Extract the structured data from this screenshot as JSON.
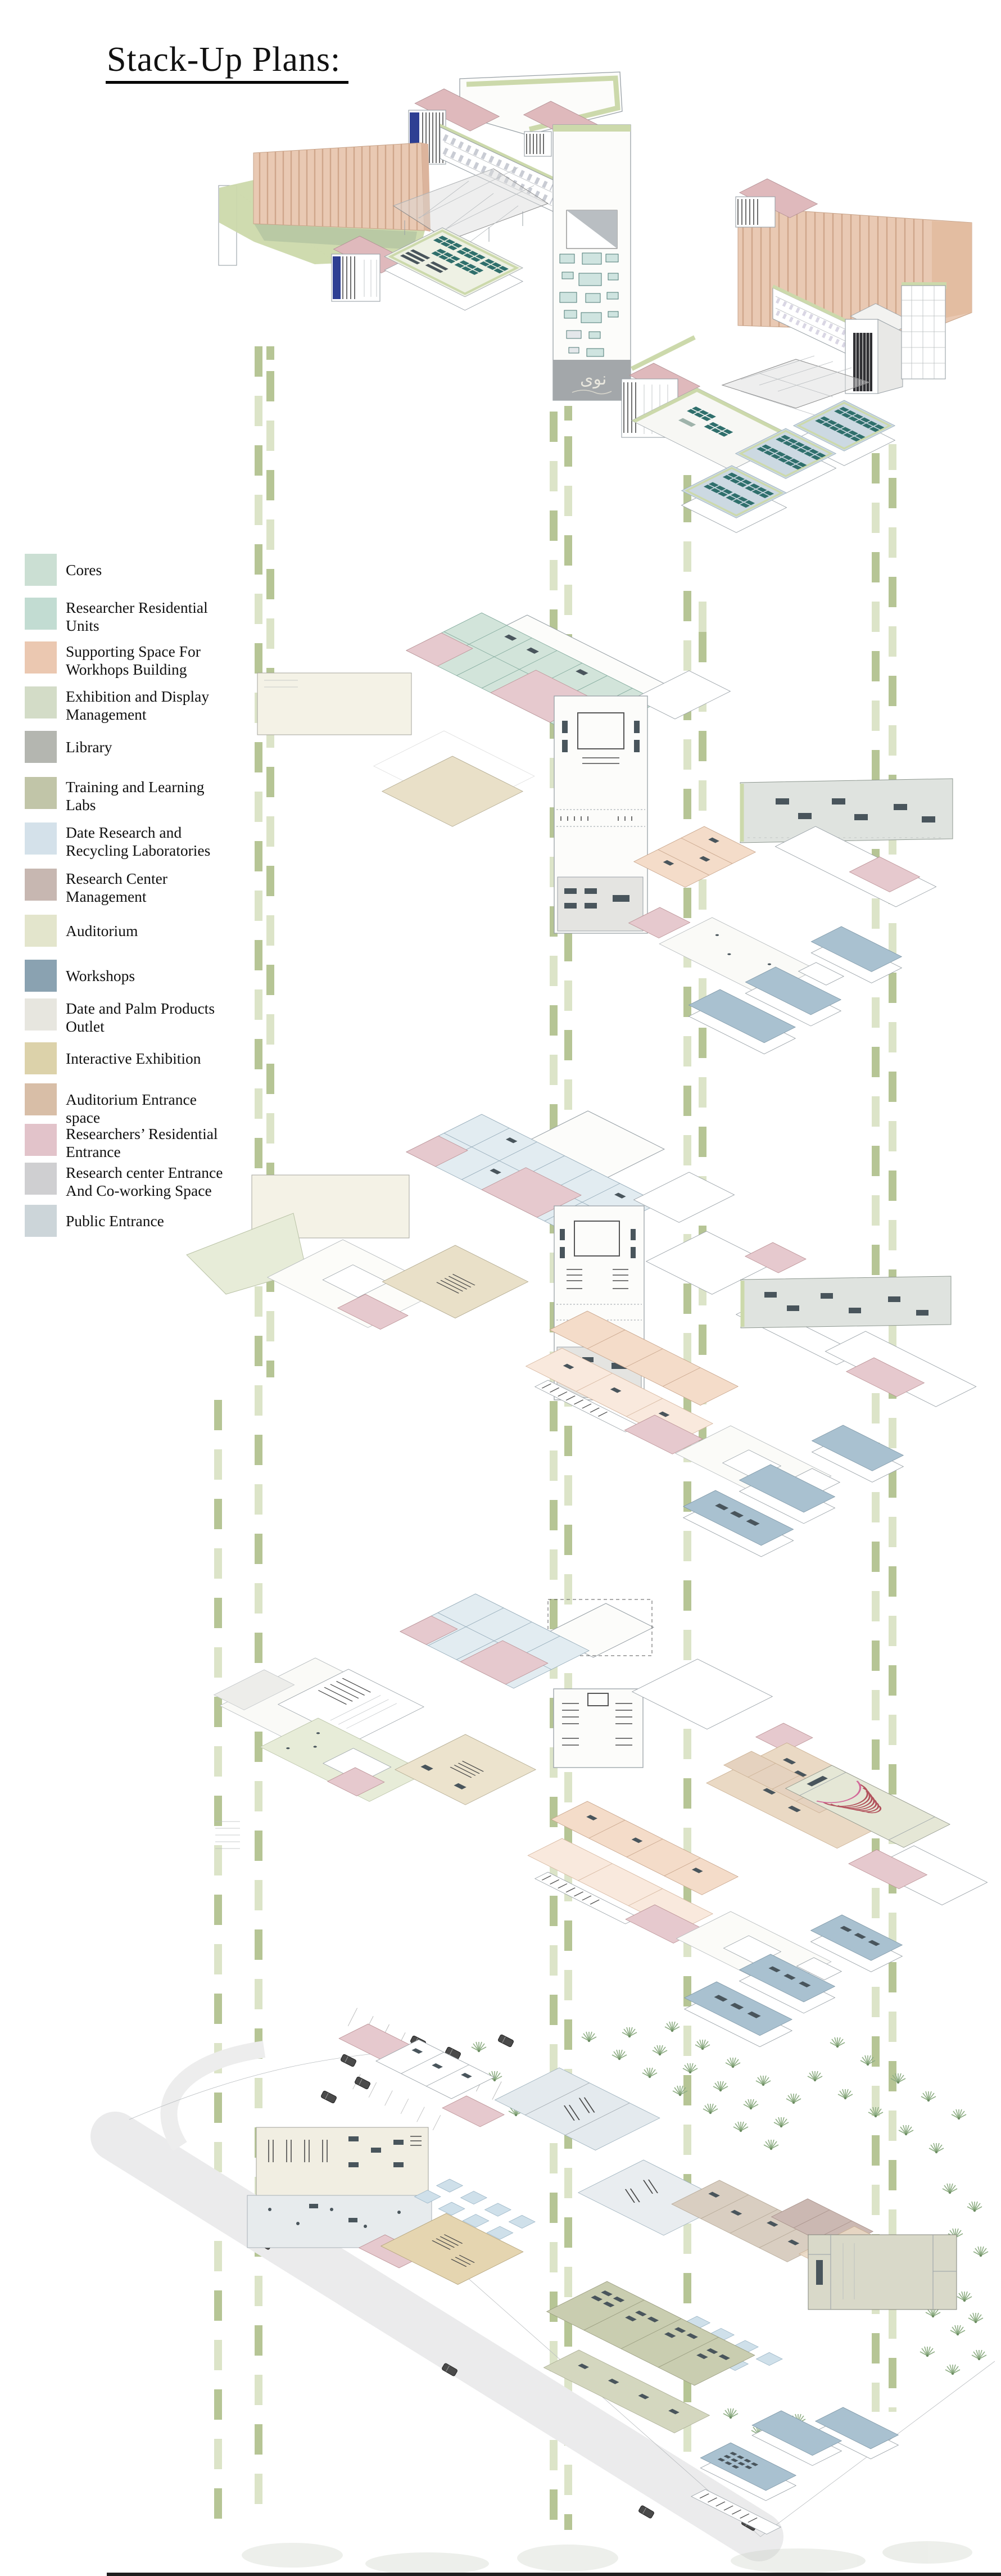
{
  "title": "Stack-Up Plans:",
  "legend": {
    "items": [
      {
        "label": "Cores",
        "color": "#cbdfd3"
      },
      {
        "label": "Researcher Residential\nUnits",
        "color": "#c2dcd2"
      },
      {
        "label": "Supporting Space For\nWorkhops Building",
        "color": "#ebc8b1"
      },
      {
        "label": "Exhibition and Display\nManagement",
        "color": "#d3dcc7"
      },
      {
        "label": "Library",
        "color": "#b4b6b0"
      },
      {
        "label": "Training and Learning\nLabs",
        "color": "#c1c5a8"
      },
      {
        "label": "Date Research and\n Recycling Laboratories",
        "color": "#d4e1ea"
      },
      {
        "label": "Research Center\nManagement",
        "color": "#c7b7b1"
      },
      {
        "label": "Auditorium",
        "color": "#e3e5cc"
      },
      {
        "label": "Workshops",
        "color": "#8aa2b1"
      },
      {
        "label": "Date and Palm Products\nOutlet",
        "color": "#e7e6df"
      },
      {
        "label": "Interactive Exhibition",
        "color": "#dcd2aa"
      },
      {
        "label": "Auditorium Entrance space",
        "color": "#d8bea7"
      },
      {
        "label": "Researchers’ Residential\n Entrance",
        "color": "#e2c3ca"
      },
      {
        "label": "Research center Entrance\nAnd Co-working Space",
        "color": "#cfcfd1"
      },
      {
        "label": "Public Entrance",
        "color": "#ccd5d9"
      }
    ]
  },
  "drawing": {
    "tower_logo_text": "نوى"
  },
  "palette": {
    "plate": "#fcfcfa",
    "wallLine": "#98a0a6",
    "creamPlate": "#f4f2e6",
    "diamondFill": "#e9e0c8",
    "mintWing": "#d2e4da",
    "blueWing": "#e2ecf1",
    "pinkRoof": "#dfb9bc",
    "pinkRoom": "#e6c9ce",
    "fan": "#e9c9b3",
    "fanStripe": "#cfa68b",
    "tealPanel": "#2f6f6c",
    "sage": "#ccd9ab",
    "sageSoft": "#e7ecd8",
    "steelBox": "#a9c1d0",
    "steelDeep": "#7d96a6",
    "oliveBar": "#c9cdb0",
    "taupe": "#d9cec1",
    "tanDeck": "#ead9c4",
    "audFloor": "#e5e7d6",
    "grayPlate": "#dfe3df",
    "towerBand": "#a3a7aa",
    "peachA": "#f4dcc9",
    "peachB": "#f9e9dd",
    "furn": "#49555c",
    "glass": "#d9d9d9",
    "guideA": "#b6c595",
    "guideB": "#dce4c8",
    "swKhaki": "#e0d5ae",
    "swMauve": "#cbb8b2"
  }
}
